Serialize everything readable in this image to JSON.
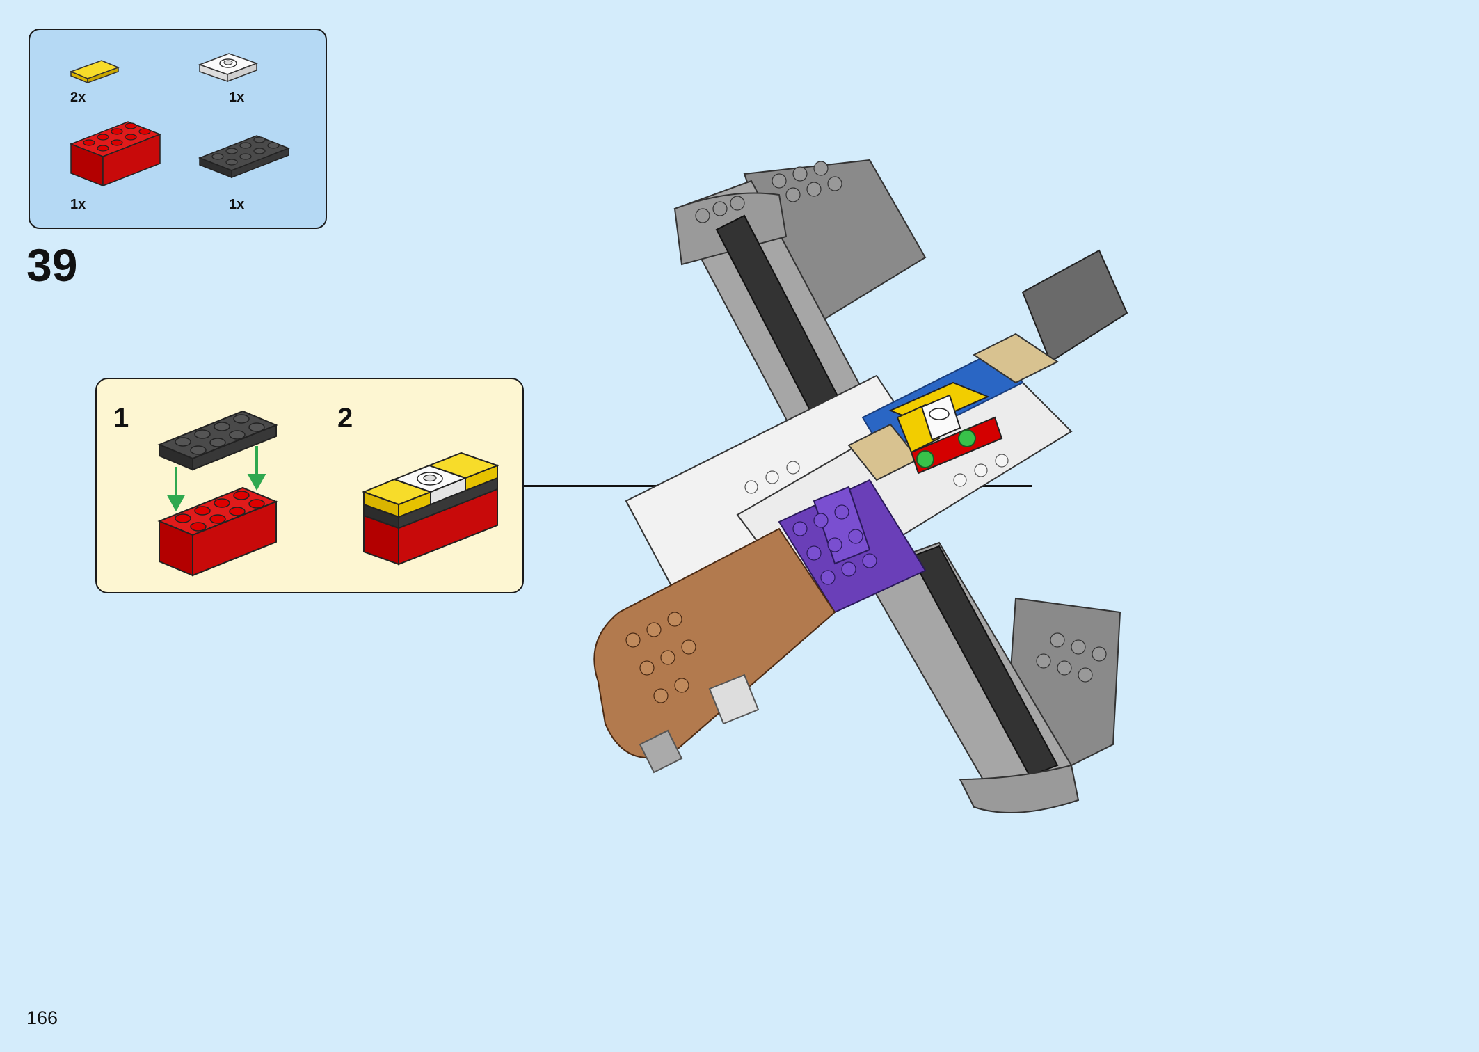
{
  "parts_list": [
    {
      "name": "yellow-tile-1x2",
      "qty": "2x",
      "color": "#f2cd00"
    },
    {
      "name": "white-plate-jumper",
      "qty": "1x",
      "color": "#f4f4f4"
    },
    {
      "name": "red-brick-2x4",
      "qty": "1x",
      "color": "#d40000"
    },
    {
      "name": "black-plate-2x4",
      "qty": "1x",
      "color": "#3a3a3a"
    }
  ],
  "step_number": "39",
  "sub_steps": [
    {
      "label": "1"
    },
    {
      "label": "2"
    }
  ],
  "page_number": "166",
  "colors": {
    "page_bg": "#d4ecfb",
    "parts_bg": "#b5d9f4",
    "substep_bg": "#fdf6d2",
    "arrow_green": "#2fa84f",
    "purple": "#6a3fb8",
    "brown": "#b27a4e",
    "blue": "#2a66c4"
  }
}
